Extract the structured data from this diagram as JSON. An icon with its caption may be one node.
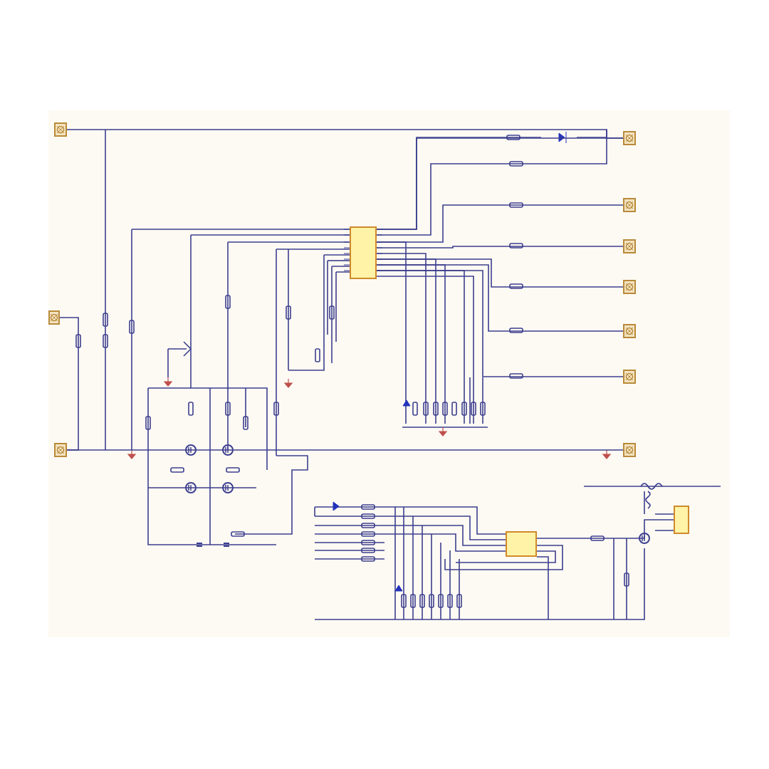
{
  "diagram": {
    "nodes": [
      {
        "text": [],
        "shape": "box"
      },
      {
        "text": [],
        "shape": "box"
      },
      {
        "text": [],
        "shape": "box"
      },
      {
        "text": [],
        "shape": "box"
      },
      {
        "text": [],
        "shape": "box"
      },
      {
        "text": [],
        "shape": "box"
      },
      {
        "text": [],
        "shape": "box"
      },
      {
        "text": [],
        "shape": "box"
      },
      {
        "text": [],
        "shape": "box"
      },
      {
        "text": [],
        "shape": "box"
      },
      {
        "text": [],
        "shape": "box"
      },
      {
        "text": [],
        "shape": "box"
      },
      {
        "text": [],
        "shape": "box"
      }
    ],
    "edges": [
      {
        "from": 0,
        "to": 3,
        "arrow": "none"
      },
      {
        "from": 10,
        "to": 3,
        "arrow": "none"
      },
      {
        "from": 10,
        "to": 4,
        "arrow": "none"
      },
      {
        "from": 10,
        "to": 5,
        "arrow": "none"
      },
      {
        "from": 10,
        "to": 6,
        "arrow": "none"
      },
      {
        "from": 10,
        "to": 7,
        "arrow": "none"
      },
      {
        "from": 10,
        "to": 8,
        "arrow": "none"
      },
      {
        "from": 2,
        "to": 9,
        "arrow": "none"
      },
      {
        "from": 11,
        "to": 12,
        "arrow": "none"
      },
      {
        "from": 1,
        "to": 2,
        "arrow": "none"
      }
    ]
  }
}
